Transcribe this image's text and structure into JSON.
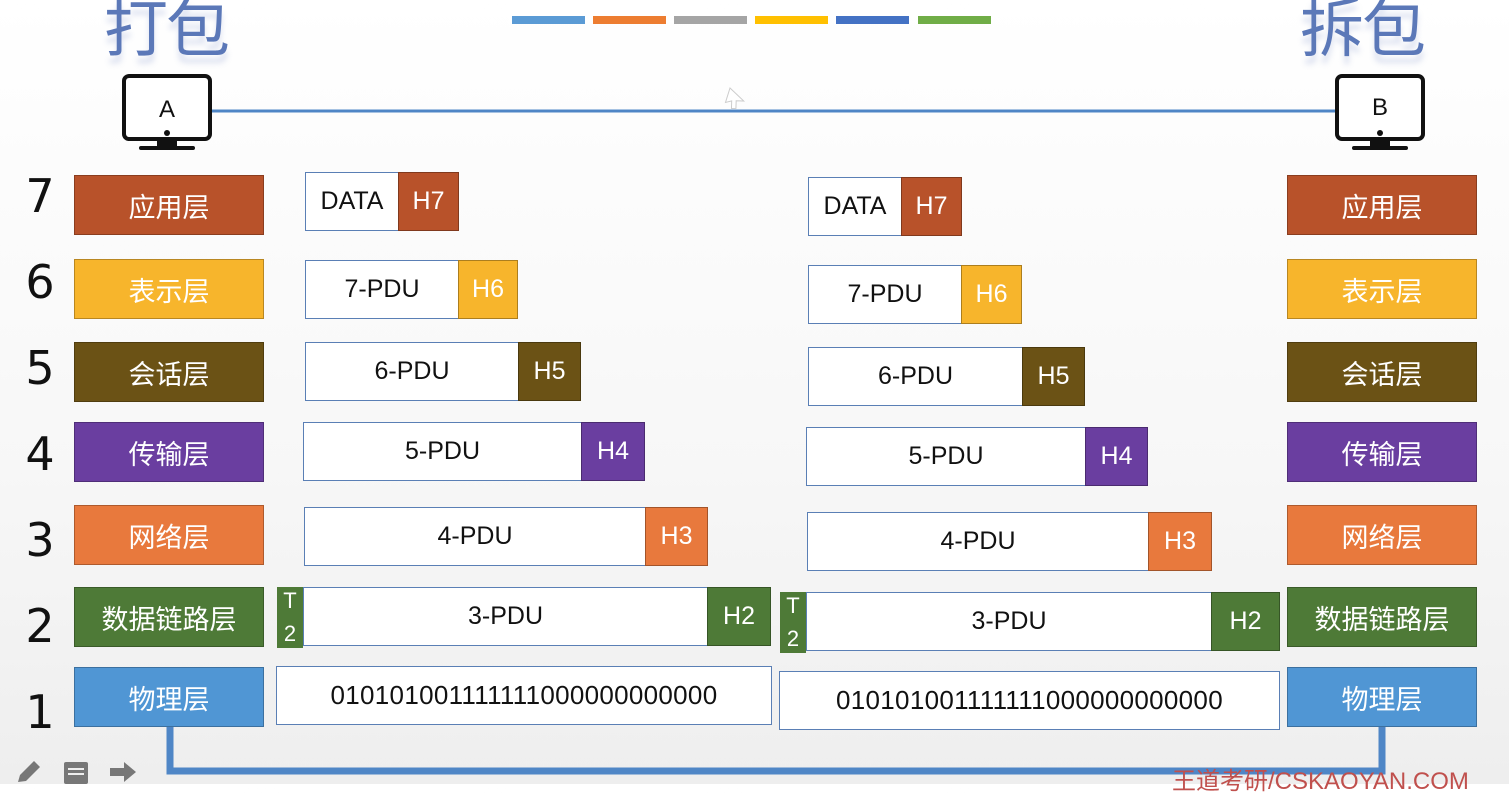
{
  "title_left": "打包",
  "title_right": "拆包",
  "host_a": "A",
  "host_b": "B",
  "deco_colors": [
    "#5b9bd5",
    "#ed7d31",
    "#a5a5a5",
    "#ffc000",
    "#4472c4",
    "#70ad47"
  ],
  "layer_colors": {
    "app": "#b8522a",
    "pre": "#f7b52c",
    "ses": "#6b5215",
    "tra": "#6a3ea0",
    "net": "#e8793d",
    "dl": "#4e7a37",
    "phy": "#5096d4"
  },
  "layers": [
    {
      "num": "7",
      "name": "应用层"
    },
    {
      "num": "6",
      "name": "表示层"
    },
    {
      "num": "5",
      "name": "会话层"
    },
    {
      "num": "4",
      "name": "传输层"
    },
    {
      "num": "3",
      "name": "网络层"
    },
    {
      "num": "2",
      "name": "数据链路层"
    },
    {
      "num": "1",
      "name": "物理层"
    }
  ],
  "pdus": [
    {
      "body": "DATA",
      "header": "H7"
    },
    {
      "body": "7-PDU",
      "header": "H6"
    },
    {
      "body": "6-PDU",
      "header": "H5"
    },
    {
      "body": "5-PDU",
      "header": "H4"
    },
    {
      "body": "4-PDU",
      "header": "H3"
    },
    {
      "body": "3-PDU",
      "header": "H2",
      "trailer": [
        "T",
        "2"
      ]
    }
  ],
  "bits": "010101001111111000000000000",
  "brand": "王道考研/CSKAOYAN.COM"
}
